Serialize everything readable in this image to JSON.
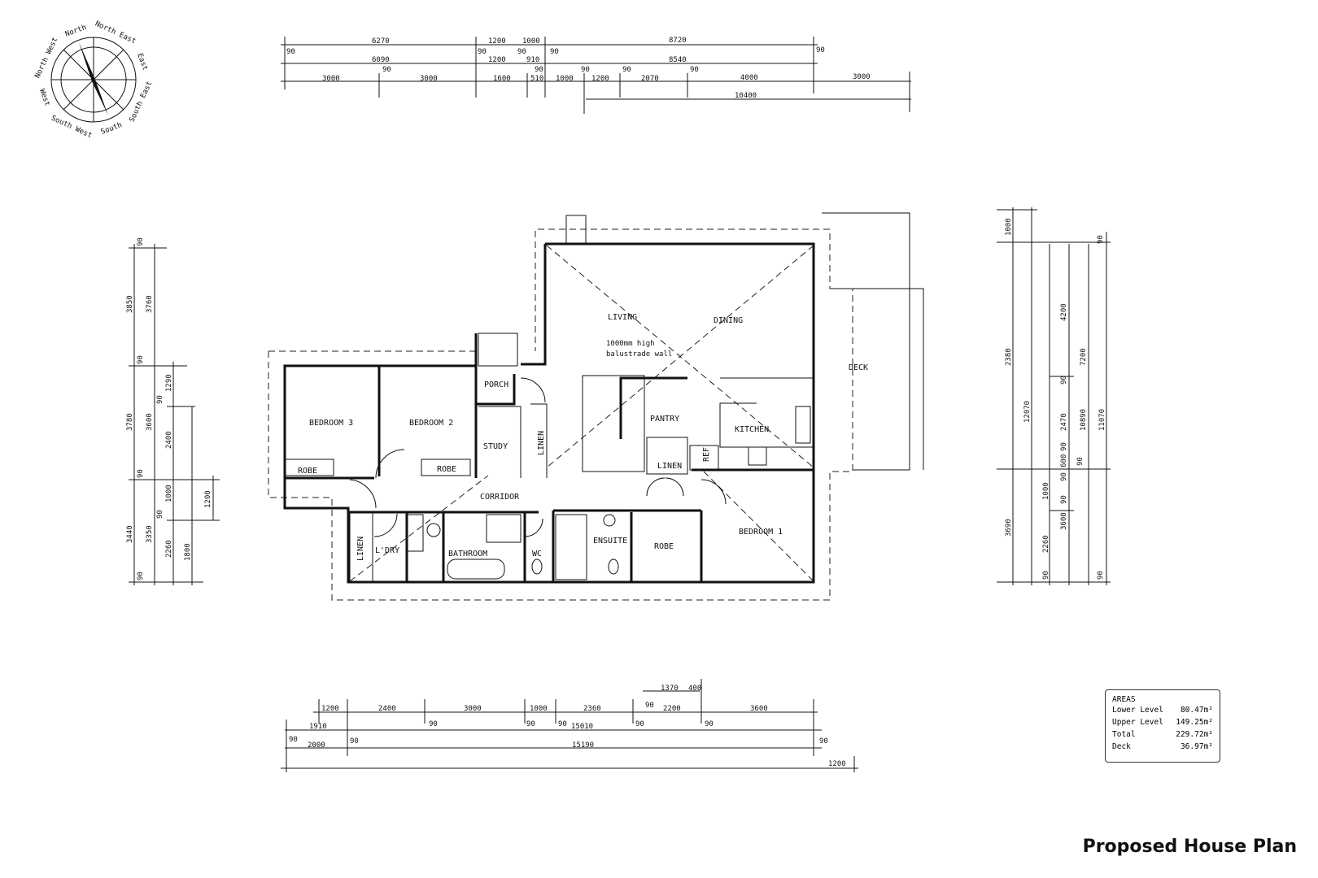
{
  "caption": "Proposed House Plan",
  "compass": {
    "labels": [
      "North",
      "North East",
      "East",
      "South East",
      "South",
      "South West",
      "West",
      "North West"
    ]
  },
  "rooms": {
    "living": "LIVING",
    "dining": "DINING",
    "deck": "DECK",
    "kitchen": "KITCHEN",
    "pantry": "PANTRY",
    "ref": "REF",
    "linen_kitchen": "LINEN",
    "bedroom1": "BEDROOM 1",
    "robe1": "ROBE",
    "ensuite": "ENSUITE",
    "wc": "WC",
    "bathroom": "BATHROOM",
    "ldry": "L'DRY",
    "linen_ldry": "LINEN",
    "corridor": "CORRIDOR",
    "study": "STUDY",
    "linen_study": "LINEN",
    "porch": "PORCH",
    "bedroom2": "BEDROOM 2",
    "robe2": "ROBE",
    "bedroom3": "BEDROOM 3",
    "robe3": "ROBE",
    "balustrade": "1000mm high",
    "balustrade2": "balustrade wall"
  },
  "dimensions": {
    "top": [
      "6270",
      "1200",
      "1000",
      "8720",
      "90",
      "90",
      "90",
      "90",
      "90",
      "6090",
      "1200",
      "910",
      "8540",
      "3000",
      "90",
      "3000",
      "1600",
      "90",
      "510",
      "1000",
      "90",
      "1200",
      "90",
      "2070",
      "90",
      "4000",
      "3000",
      "10400"
    ],
    "bottom": [
      "1370",
      "400",
      "1200",
      "2400",
      "3000",
      "1000",
      "2360",
      "90",
      "2200",
      "3600",
      "1910",
      "90",
      "90",
      "90",
      "15010",
      "90",
      "90",
      "90",
      "2000",
      "90",
      "15190",
      "90",
      "1200"
    ],
    "left": [
      "90",
      "3850",
      "3760",
      "90",
      "1290",
      "3780",
      "3600",
      "90",
      "2400",
      "90",
      "1000",
      "1200",
      "3440",
      "3350",
      "90",
      "2260",
      "1800",
      "90"
    ],
    "right": [
      "1000",
      "90",
      "2380",
      "4200",
      "7200",
      "12070",
      "2470",
      "90",
      "10890",
      "11070",
      "90",
      "600",
      "90",
      "90",
      "1000",
      "90",
      "3690",
      "2260",
      "3600",
      "90",
      "90"
    ]
  },
  "areas": {
    "title": "AREAS",
    "rows": [
      {
        "label": "Lower Level",
        "value": "80.47m²"
      },
      {
        "label": "Upper Level",
        "value": "149.25m²"
      },
      {
        "label": "Total",
        "value": "229.72m²"
      },
      {
        "label": "Deck",
        "value": "36.97m²"
      }
    ]
  }
}
